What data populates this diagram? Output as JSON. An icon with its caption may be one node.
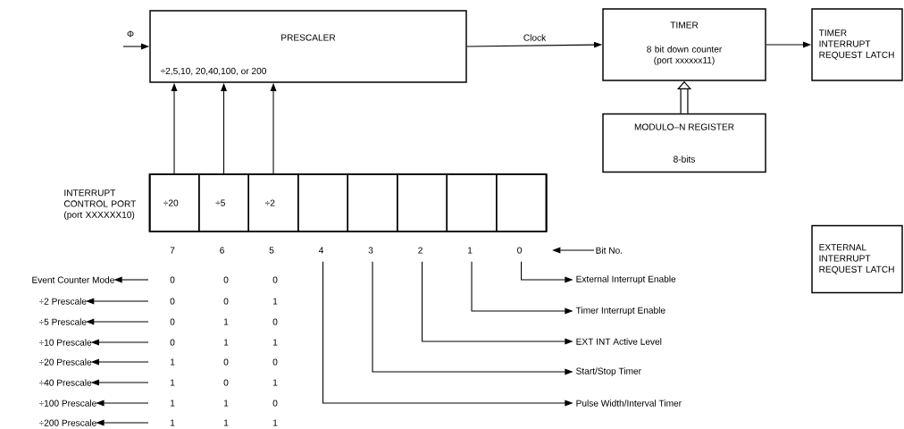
{
  "diagram": {
    "nodes": [
      {
        "text": [
          "PRESCALER",
          "÷2,5,10, 20,40,100, or 200"
        ]
      },
      {
        "text": [
          "TIMER",
          "8 bit down counter (port xxxxxx11)"
        ]
      },
      {
        "text": [
          "TIMER INTERRUPT REQUEST LATCH"
        ]
      },
      {
        "text": [
          "MODULO–N REGISTER",
          "8-bits"
        ]
      },
      {
        "text": [
          "EXTERNAL INTERRUPT REQUEST LATCH"
        ]
      },
      {
        "text": [
          "INTERRUPT CONTROL PORT (port XXXXXX10)"
        ]
      },
      {
        "text": [
          "÷20"
        ],
        "in": 5,
        "beside": [
          "7"
        ]
      },
      {
        "text": [
          "÷5"
        ],
        "in": 5,
        "beside": [
          "6"
        ]
      },
      {
        "text": [
          "÷2"
        ],
        "in": 5,
        "beside": [
          "5"
        ]
      },
      {
        "text": [],
        "shape": "box",
        "in": 5,
        "beside": [
          "4"
        ]
      },
      {
        "text": [],
        "shape": "box",
        "in": 5,
        "beside": [
          "3"
        ]
      },
      {
        "text": [],
        "shape": "box",
        "in": 5,
        "beside": [
          "2"
        ]
      },
      {
        "text": [],
        "shape": "box",
        "in": 5,
        "beside": [
          "1"
        ]
      },
      {
        "text": [],
        "shape": "box",
        "in": 5,
        "beside": [
          "0"
        ]
      },
      {
        "text": [
          "External Interrupt Enable"
        ]
      },
      {
        "text": [
          "Timer Interrupt Enable"
        ]
      },
      {
        "text": [
          "EXT INT Active Level"
        ]
      },
      {
        "text": [
          "Start/Stop Timer"
        ]
      },
      {
        "text": [
          "Pulse Width/Interval Timer"
        ]
      },
      {
        "text": [
          "Bit No."
        ]
      },
      {
        "text": [
          "Event Counter Mode"
        ]
      },
      {
        "text": [
          "÷2 Prescale"
        ]
      },
      {
        "text": [
          "÷5 Prescale"
        ]
      },
      {
        "text": [
          "÷10 Prescale"
        ]
      },
      {
        "text": [
          "÷20 Prescale"
        ]
      },
      {
        "text": [
          "÷40 Prescale"
        ]
      },
      {
        "text": [
          "÷100 Prescale"
        ]
      },
      {
        "text": [
          "÷200 Prescale"
        ]
      }
    ],
    "edges": [
      {
        "from": null,
        "to": 0,
        "arrow": "to",
        "label": "Φ"
      },
      {
        "from": 0,
        "to": 1,
        "arrow": "to",
        "label": "Clock"
      },
      {
        "from": 1,
        "to": 2,
        "arrow": "to"
      },
      {
        "from": 3,
        "to": 1,
        "arrow": "to",
        "style": "thick"
      },
      {
        "from": 6,
        "to": 0,
        "arrow": "to"
      },
      {
        "from": 7,
        "to": 0,
        "arrow": "to"
      },
      {
        "from": 8,
        "to": 0,
        "arrow": "to"
      },
      {
        "from": 13,
        "to": 14,
        "arrow": "to"
      },
      {
        "from": 12,
        "to": 15,
        "arrow": "to"
      },
      {
        "from": 11,
        "to": 16,
        "arrow": "to"
      },
      {
        "from": 10,
        "to": 17,
        "arrow": "to"
      },
      {
        "from": 9,
        "to": 18,
        "arrow": "to"
      },
      {
        "from": 19,
        "to": null,
        "arrow": "to"
      },
      {
        "from": null,
        "to": 20,
        "arrow": "to"
      },
      {
        "from": null,
        "to": 21,
        "arrow": "to"
      },
      {
        "from": null,
        "to": 22,
        "arrow": "to"
      },
      {
        "from": null,
        "to": 23,
        "arrow": "to"
      },
      {
        "from": null,
        "to": 24,
        "arrow": "to"
      },
      {
        "from": null,
        "to": 25,
        "arrow": "to"
      },
      {
        "from": null,
        "to": 26,
        "arrow": "to"
      },
      {
        "from": null,
        "to": 27,
        "arrow": "to"
      }
    ],
    "labels": [
      "0",
      "0",
      "0",
      "0",
      "0",
      "1",
      "0",
      "1",
      "0",
      "0",
      "1",
      "1",
      "1",
      "0",
      "0",
      "1",
      "0",
      "1",
      "1",
      "1",
      "0",
      "1",
      "1",
      "1"
    ]
  }
}
